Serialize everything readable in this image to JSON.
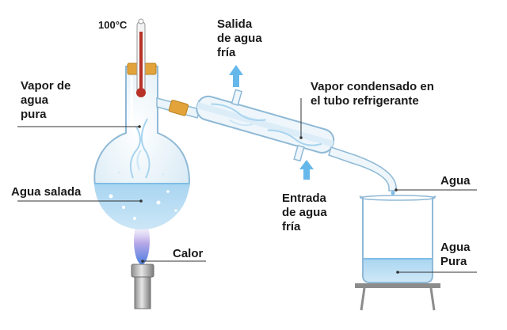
{
  "thermometer": {
    "reading": "100°C"
  },
  "labels": {
    "vapor_agua_pura": [
      "Vapor de",
      "agua",
      "pura"
    ],
    "agua_salada": "Agua salada",
    "calor": "Calor",
    "salida_agua_fria": [
      "Salida",
      "de agua",
      "fría"
    ],
    "vapor_condensado": [
      "Vapor condensado en",
      "el tubo refrigerante"
    ],
    "entrada_agua_fria": [
      "Entrada",
      "de agua",
      "fría"
    ],
    "agua": "Agua",
    "agua_pura": [
      "Agua",
      "Pura"
    ]
  },
  "colors": {
    "glass_outline": "#8fb9d6",
    "glass_fill": "#eaf4fa",
    "liquid": "#bfe0f4",
    "arrow": "#67b8ea",
    "cork": "#e2a43a",
    "thermometer_red": "#b83227",
    "flame": "#8a7ad0",
    "leader_line": "#333333"
  }
}
